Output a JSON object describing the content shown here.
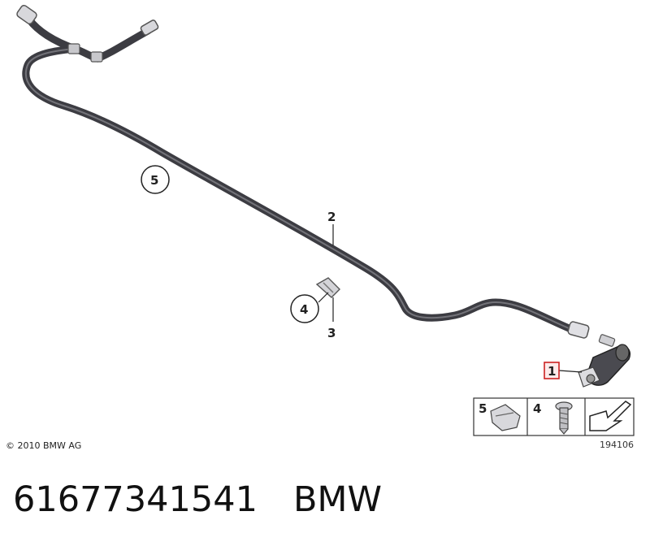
{
  "callouts": {
    "part1": "1",
    "part2": "2",
    "part3": "3",
    "part4": "4",
    "part5": "5"
  },
  "legend": {
    "cell_a_num": "5",
    "cell_b_num": "4"
  },
  "copyright": "© 2010 BMW AG",
  "drawing_number": "194106",
  "caption": {
    "part_number": "61677341541",
    "brand": "BMW"
  },
  "colors": {
    "hose": "#3c3c42",
    "hose_highlight": "#8a8a92",
    "callout_box": "#cc2222"
  }
}
